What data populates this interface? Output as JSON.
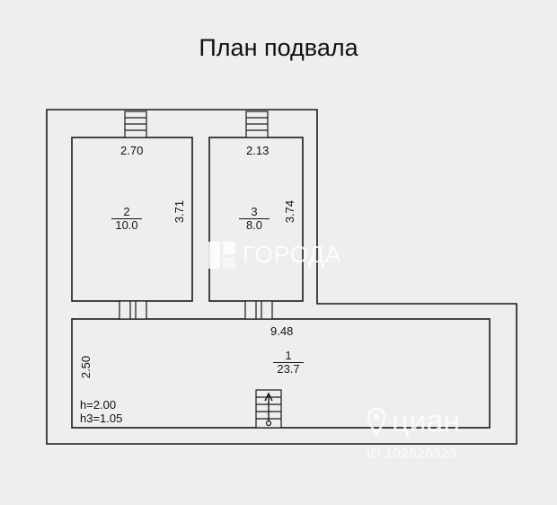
{
  "title": "План подвала",
  "rooms": [
    {
      "number": "2",
      "area": "10.0",
      "width_label": "2.70",
      "height_label": "3.71"
    },
    {
      "number": "3",
      "area": "8.0",
      "width_label": "2.13",
      "height_label": "3.74"
    },
    {
      "number": "1",
      "area": "23.7",
      "width_label": "9.48",
      "height_label": "2.50"
    }
  ],
  "notes": {
    "h": "h=2.00",
    "h3": "h3=1.05"
  },
  "watermarks": {
    "gorod": "ГОРОДА",
    "cian": "циан",
    "id": "ID 102826323"
  },
  "colors": {
    "background": "#eeeef0",
    "line": "#1a1a1a"
  }
}
